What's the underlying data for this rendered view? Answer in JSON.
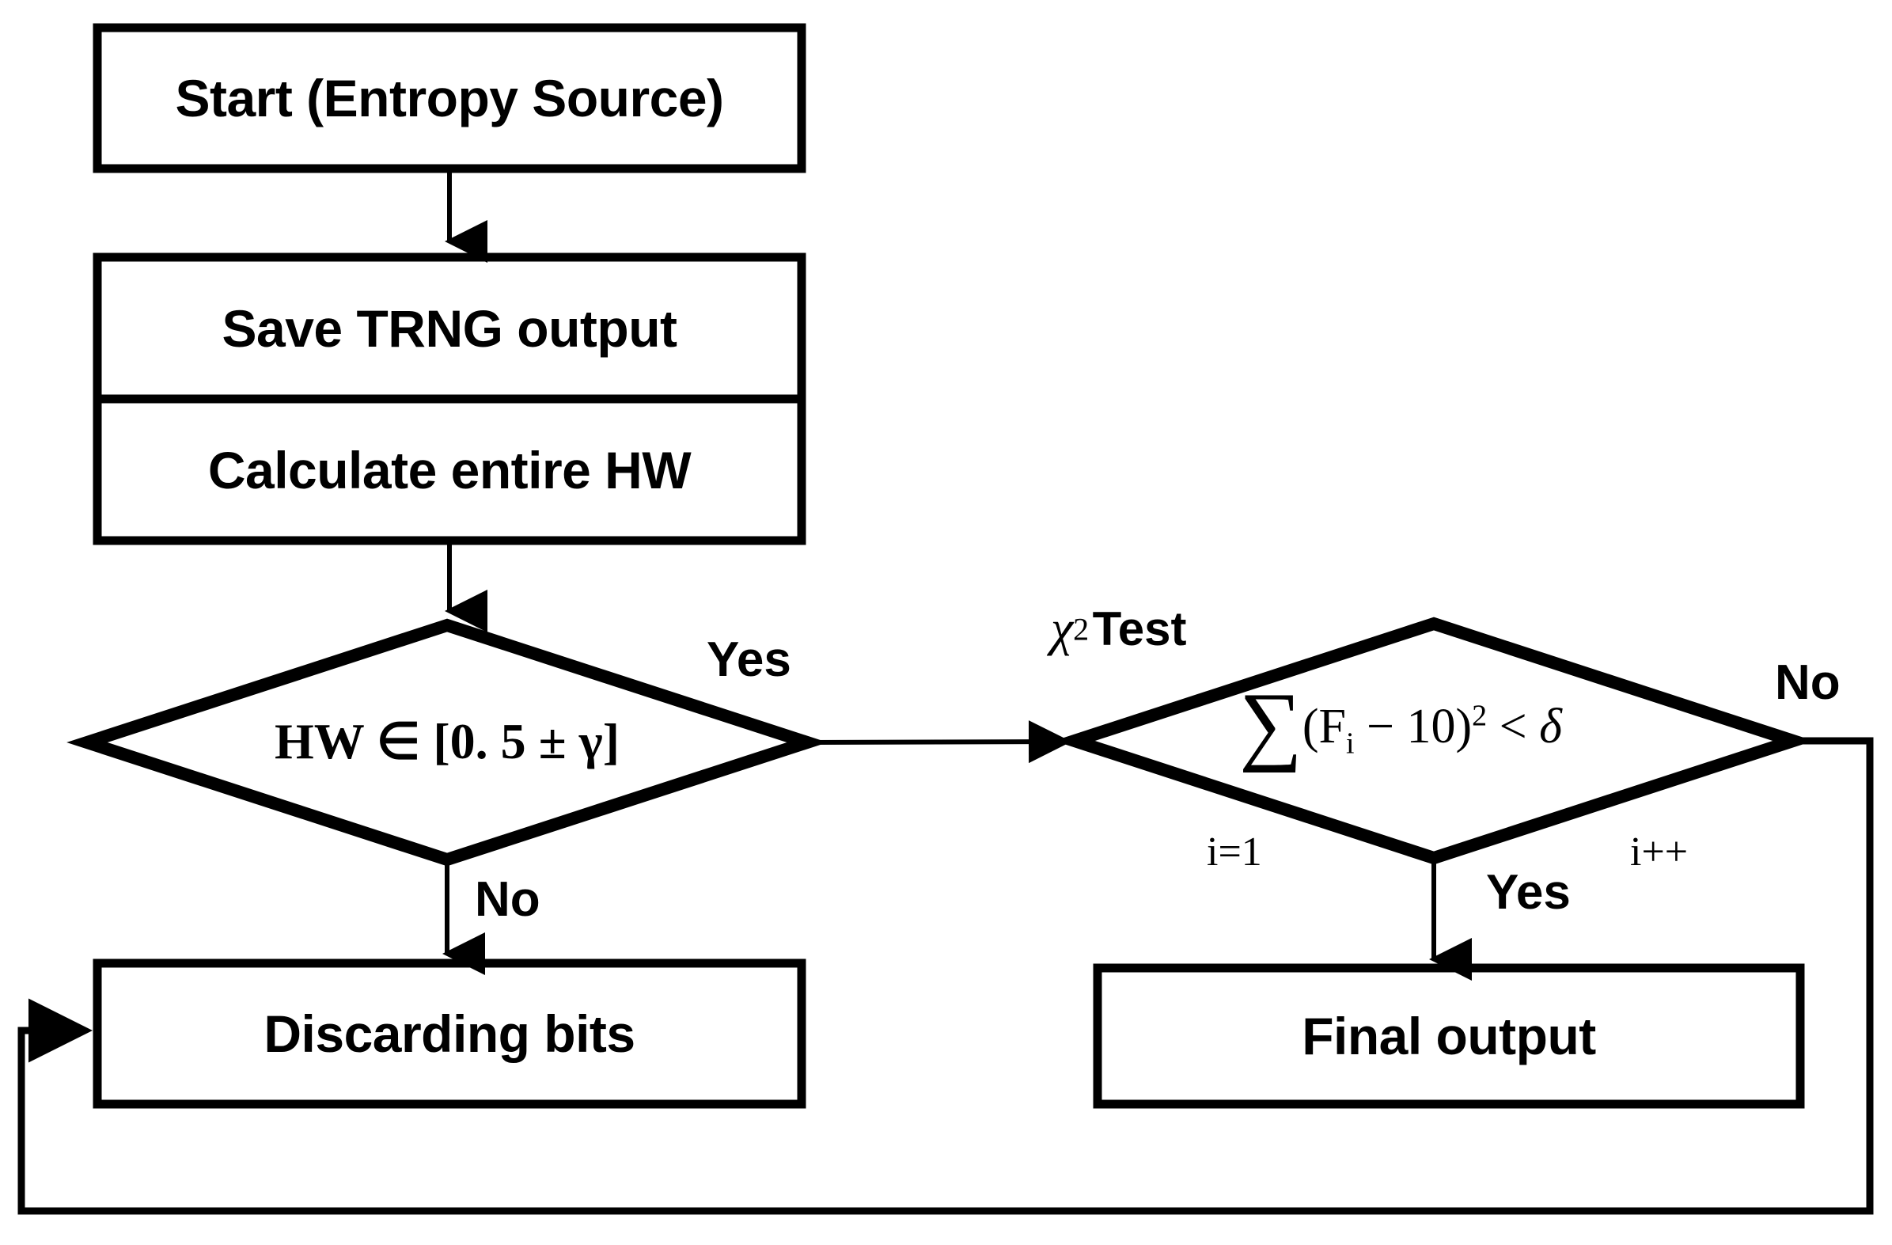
{
  "diagram": {
    "title": "TRNG entropy post-processing flowchart",
    "colors": {
      "stroke": "#000000",
      "fill": "#ffffff",
      "text": "#000000"
    },
    "nodes": {
      "start": {
        "label": "Start (Entropy Source)",
        "shape": "rectangle"
      },
      "save": {
        "label": "Save TRNG output",
        "shape": "rectangle"
      },
      "calculate": {
        "label": "Calculate entire HW",
        "shape": "rectangle"
      },
      "hw_decision": {
        "shape": "diamond",
        "label": "HW ∈ [0. 5 ± γ]",
        "parts": {
          "variable": "HW",
          "operator": "∈",
          "bracket_open": "[",
          "center": "0. 5",
          "plusminus": "±",
          "tolerance": "γ",
          "bracket_close": "]"
        }
      },
      "chi_decision": {
        "shape": "diamond",
        "title": "χ² Test",
        "title_parts": {
          "symbol": "χ",
          "exponent": "2",
          "word": "Test"
        },
        "label": "Σ (Fᵢ − 10)² < δ",
        "parts": {
          "sum": "∑",
          "lower_limit": "i=1",
          "increment": "i++",
          "expr_open": "(F",
          "expr_sub": "i",
          "expr_mid": " − 10)",
          "expr_sup": "2",
          "comparison": " < ",
          "threshold": "δ"
        }
      },
      "discard": {
        "label": "Discarding bits",
        "shape": "rectangle"
      },
      "final": {
        "label": "Final output",
        "shape": "rectangle"
      }
    },
    "edges": {
      "start_to_save": {
        "label": "",
        "from": "start",
        "to": "save"
      },
      "calc_to_hw": {
        "label": "",
        "from": "calculate",
        "to": "hw_decision"
      },
      "hw_yes": {
        "label": "Yes",
        "from": "hw_decision",
        "to": "chi_decision"
      },
      "hw_no": {
        "label": "No",
        "from": "hw_decision",
        "to": "discard"
      },
      "chi_yes": {
        "label": "Yes",
        "from": "chi_decision",
        "to": "final"
      },
      "chi_no": {
        "label": "No",
        "from": "chi_decision",
        "to": "discard"
      }
    }
  }
}
